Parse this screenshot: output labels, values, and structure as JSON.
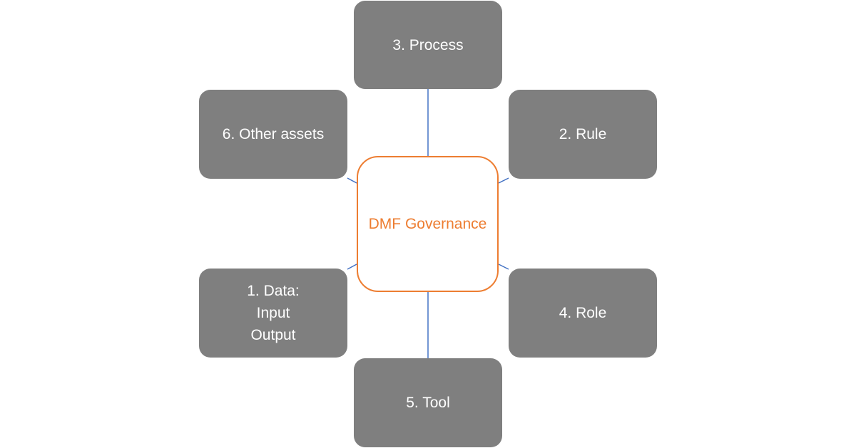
{
  "center": {
    "label": "DMF Governance"
  },
  "nodes": {
    "process": {
      "label": "3. Process"
    },
    "rule": {
      "label": "2. Rule"
    },
    "other_assets": {
      "label": "6. Other assets"
    },
    "data": {
      "lines": [
        "1. Data:",
        "Input",
        "Output"
      ]
    },
    "role": {
      "label": "4. Role"
    },
    "tool": {
      "label": "5. Tool"
    }
  },
  "colors": {
    "node_fill": "#7f7f7f",
    "node_text": "#ffffff",
    "center_border": "#ed7d31",
    "center_text": "#ed7d31",
    "connector": "#4472c4"
  }
}
